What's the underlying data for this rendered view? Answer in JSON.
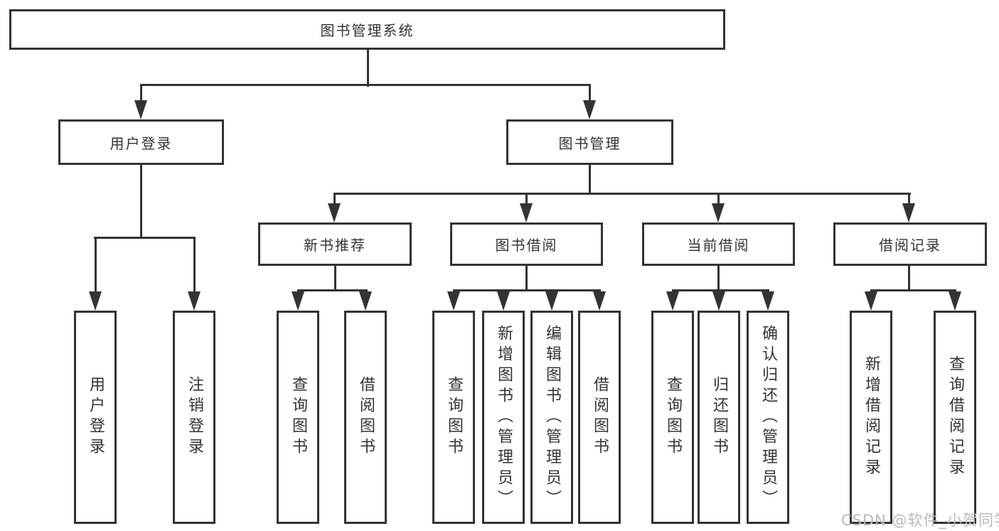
{
  "diagram_type": "hierarchy-flowchart",
  "colors": {
    "line": "#333333",
    "box_border": "#333333",
    "box_fill": "#ffffff",
    "text": "#333333",
    "background": "#ffffff",
    "watermark": "#b9b9b9"
  },
  "tree": {
    "label": "图书管理系统",
    "children": [
      {
        "label": "用户登录",
        "children": [
          {
            "label": "用户登录"
          },
          {
            "label": "注销登录"
          }
        ]
      },
      {
        "label": "图书管理",
        "children": [
          {
            "label": "新书推荐",
            "children": [
              {
                "label": "查询图书"
              },
              {
                "label": "借阅图书"
              }
            ]
          },
          {
            "label": "图书借阅",
            "children": [
              {
                "label": "查询图书"
              },
              {
                "label": "新增图书（管理员）"
              },
              {
                "label": "编辑图书（管理员）"
              },
              {
                "label": "借阅图书"
              }
            ]
          },
          {
            "label": "当前借阅",
            "children": [
              {
                "label": "查询图书"
              },
              {
                "label": "归还图书"
              },
              {
                "label": "确认归还（管理员）"
              }
            ]
          },
          {
            "label": "借阅记录",
            "children": [
              {
                "label": "新增借阅记录"
              },
              {
                "label": "查询借阅记录"
              }
            ]
          }
        ]
      }
    ]
  },
  "watermark": {
    "text": "CSDN @软件_小贺同学"
  }
}
